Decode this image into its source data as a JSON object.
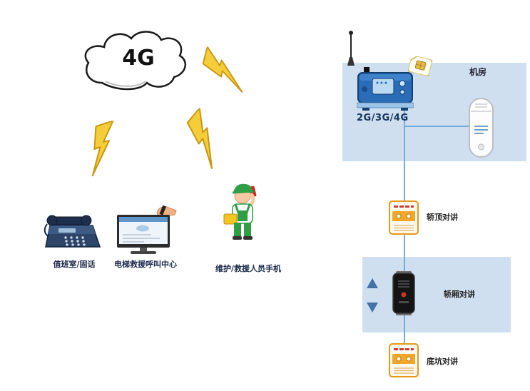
{
  "cloud": {
    "label": "4G"
  },
  "machine_room": {
    "room_label": "机房",
    "gateway_label": "2G/3G/4G"
  },
  "intercoms": {
    "car_top_label": "轿顶对讲",
    "cabin_label": "轿厢对讲",
    "pit_label": "底坑对讲"
  },
  "ground": {
    "duty_label": "值班室/固话",
    "center_label": "电梯救援呼叫中心",
    "mobile_label": "维护/救援人员手机"
  },
  "icons": [
    "cloud-icon",
    "lightning-icon",
    "desk-phone-icon",
    "monitor-icon",
    "worker-icon",
    "antenna-icon",
    "sim-card-icon",
    "gateway-device-icon",
    "wall-handset-icon",
    "car-top-intercom-icon",
    "cabin-intercom-icon",
    "pit-intercom-icon",
    "up-down-arrow-icon"
  ],
  "colors": {
    "panel_blue": "#cfdff0",
    "connection_line": "#74a9d8",
    "gateway_blue": "#2a6cb8",
    "lightning_yellow": "#f5cd3a",
    "intercom_orange": "#e69816",
    "label_dark": "#1b2a4a"
  }
}
